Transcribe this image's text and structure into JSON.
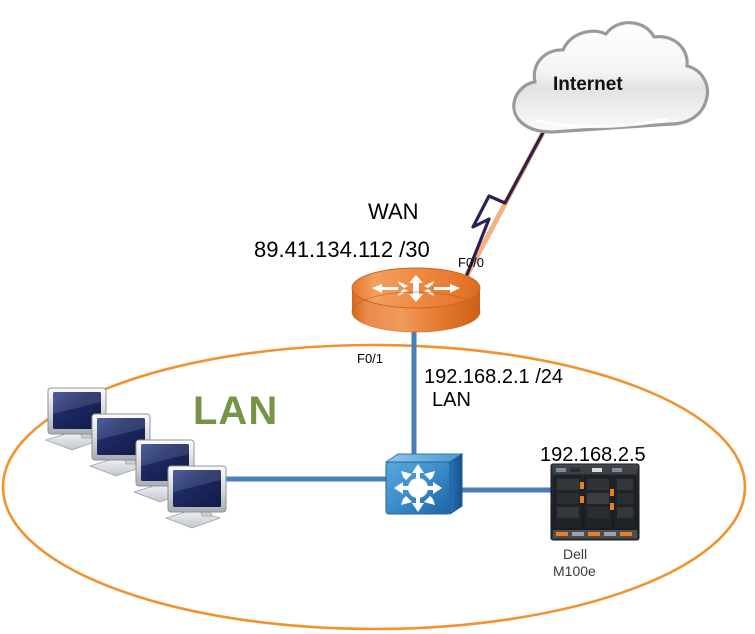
{
  "diagram": {
    "title": "Network topology: WAN router to LAN switch",
    "colors": {
      "lan_ellipse": "#F2922F",
      "lan_text": "#769445",
      "lan_cable": "#4A7EBB",
      "router_body": "#E8813A",
      "switch_body": "#3C8DC8",
      "wan_link_outer": "#F5B183",
      "wan_link_inner": "#2B2150",
      "label_text": "#000000",
      "server_label_text": "#3B3B3B",
      "cloud_fill": "#F0F0F0",
      "cloud_stroke": "#9A9A9A"
    },
    "nodes": {
      "cloud": {
        "label": "Internet",
        "icon": "cloud-icon"
      },
      "router": {
        "icon": "router-icon",
        "wan_title": "WAN",
        "wan_ip": "89.41.134.112 /30",
        "wan_interface": "F0/0",
        "lan_interface": "F0/1",
        "lan_ip": "192.168.2.1 /24",
        "lan_ip_caption": "LAN"
      },
      "switch": {
        "icon": "switch-icon"
      },
      "server": {
        "icon": "blade-server-icon",
        "ip": "192.168.2.5",
        "vendor": "Dell",
        "model": "M100e"
      },
      "workstations": {
        "icon": "desktop-pc-icon",
        "count": 4
      },
      "lan_zone": {
        "label": "LAN",
        "shape": "ellipse"
      }
    },
    "links": [
      {
        "name": "cloud-to-router",
        "type": "serial-lightning",
        "from": "cloud",
        "to": "router",
        "interface": "F0/0"
      },
      {
        "name": "router-to-switch",
        "type": "ethernet",
        "from": "router",
        "to": "switch",
        "interface": "F0/1"
      },
      {
        "name": "switch-to-server",
        "type": "ethernet",
        "from": "switch",
        "to": "server"
      },
      {
        "name": "switch-to-workstations",
        "type": "ethernet",
        "from": "switch",
        "to": "workstations"
      }
    ]
  }
}
